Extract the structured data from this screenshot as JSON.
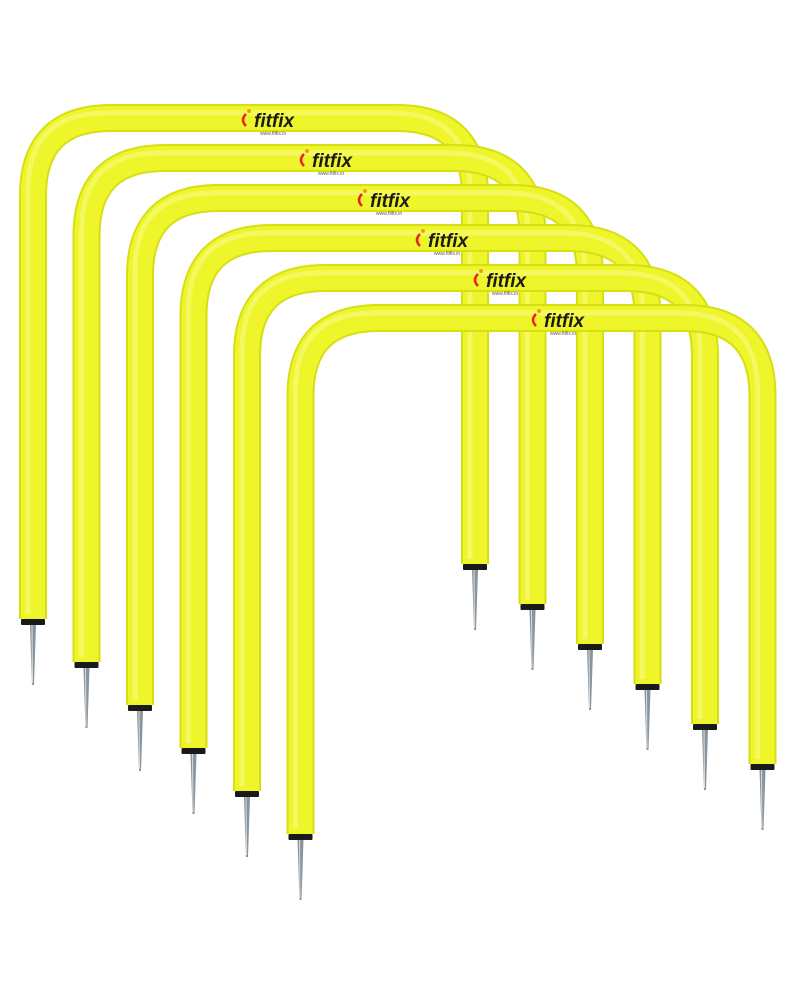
{
  "product": {
    "brand": "fitfix",
    "tagline": "www.fitfix.in",
    "item_count": 6
  },
  "colors": {
    "tube": "#eef52a",
    "tube_shade": "#d6df14",
    "tube_highlight": "#f8fb8a",
    "spike": "#8a949c",
    "cap": "#1a1a1a",
    "brand_dark": "#1a1a1a",
    "brand_accent": "#e8261c",
    "brand_gold": "#e8a11c",
    "background": "#ffffff"
  },
  "icons": {
    "brand_mark": "fitfix-logo-icon",
    "ground_spike": "ground-spike-icon"
  }
}
